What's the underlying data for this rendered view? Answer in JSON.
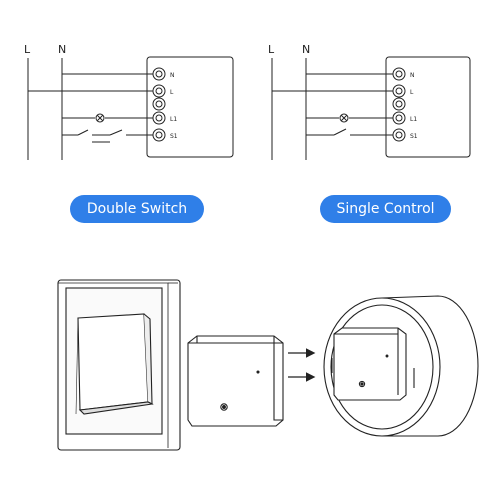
{
  "diagrams": [
    {
      "name": "double-switch",
      "line_labels": [
        "L",
        "N"
      ],
      "terminal_labels": [
        "N",
        "L",
        "",
        "L1",
        "S1"
      ],
      "caption": "Double Switch"
    },
    {
      "name": "single-control",
      "line_labels": [
        "L",
        "N"
      ],
      "terminal_labels": [
        "N",
        "L",
        "",
        "L1",
        "S1"
      ],
      "caption": "Single Control"
    }
  ],
  "colors": {
    "line": "#222222",
    "caption_bg": "#2f7fe8",
    "caption_text": "#ffffff"
  },
  "illustration": {
    "items": [
      "wall-switch",
      "relay-module",
      "junction-box"
    ]
  }
}
